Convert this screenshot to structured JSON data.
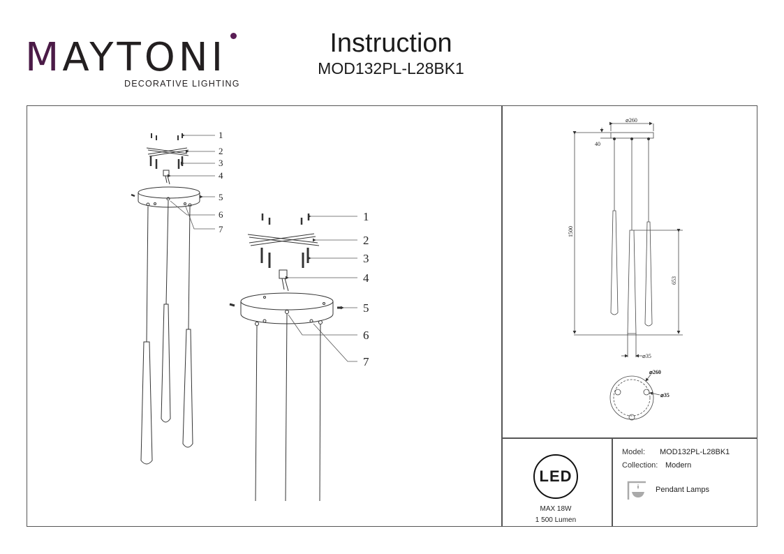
{
  "header": {
    "brand": {
      "wordmark_prefix": "M",
      "wordmark_rest": "AYTONI",
      "tagline": "DECORATIVE LIGHTING",
      "accent_color": "#5a1d55"
    },
    "title": "Instruction",
    "model_code": "MOD132PL-L28BK1"
  },
  "assembly_drawing": {
    "part_numbers": [
      "1",
      "2",
      "3",
      "4",
      "5",
      "6",
      "7"
    ]
  },
  "dimension_drawing": {
    "canopy_diameter": "⌀260",
    "canopy_height": "40",
    "total_height": "1500",
    "shade_length": "653",
    "shade_diameter": "⌀35",
    "plan_canopy_diameter": "⌀260",
    "plan_hole_diameter": "⌀35"
  },
  "specs": {
    "led_label": "LED",
    "power": "MAX 18W",
    "luminous_flux": "1 500 Lumen",
    "model_label": "Model:",
    "model_value": "MOD132PL-L28BK1",
    "collection_label": "Collection:",
    "collection_value": "Modern",
    "type_icon": "pendant-lamp-icon",
    "type_label": "Pendant Lamps"
  }
}
